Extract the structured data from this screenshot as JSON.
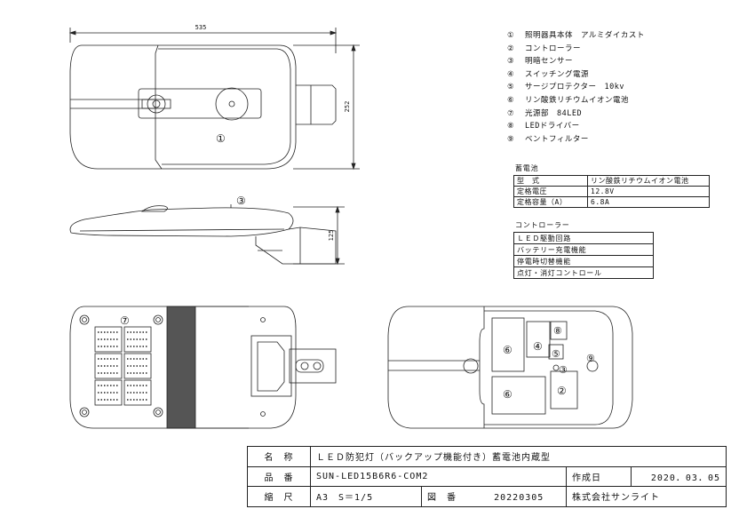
{
  "dimensions": {
    "width": "535",
    "height_top": "252",
    "height_side": "125"
  },
  "callouts": {
    "c1": "①",
    "c3": "③",
    "c7": "⑦",
    "c6": "⑥",
    "c4": "④",
    "c8": "⑧",
    "c5": "⑤",
    "c2": "②",
    "c9": "⑨"
  },
  "parts": [
    {
      "num": "①",
      "label": "照明器具本体　アルミダイカスト"
    },
    {
      "num": "②",
      "label": "コントローラー"
    },
    {
      "num": "③",
      "label": "明暗センサー"
    },
    {
      "num": "④",
      "label": "スイッチング電源"
    },
    {
      "num": "⑤",
      "label": "サージプロテクター　10kv"
    },
    {
      "num": "⑥",
      "label": "リン酸鉄リチウムイオン電池"
    },
    {
      "num": "⑦",
      "label": "光源部　84LED"
    },
    {
      "num": "⑧",
      "label": "LEDドライバー"
    },
    {
      "num": "⑨",
      "label": "ベントフィルター"
    }
  ],
  "battery": {
    "title": "蓄電池",
    "rows": [
      {
        "k": "型　式",
        "v": "リン酸鉄リチウムイオン電池"
      },
      {
        "k": "定格電圧",
        "v": "12.8V"
      },
      {
        "k": "定格容量（A）",
        "v": "6.8A"
      }
    ]
  },
  "controller": {
    "title": "コントローラー",
    "rows": [
      "ＬＥＤ駆動回路",
      "バッテリー充電機能",
      "停電時切替機能",
      "点灯・消灯コントロール"
    ]
  },
  "titleblock": {
    "name_label": "名　称",
    "name_value": "ＬＥＤ防犯灯（バックアップ機能付き）蓄電池内蔵型",
    "model_label": "品　番",
    "model_value": "SUN-LED15B6R6-COM2",
    "created_label": "作成日",
    "created_value": "2020．03．05",
    "scale_label": "縮　尺",
    "scale_value": "A3　S＝1/5",
    "drawing_label": "図　番",
    "drawing_value": "20220305",
    "company": "株式会社サンライト"
  }
}
